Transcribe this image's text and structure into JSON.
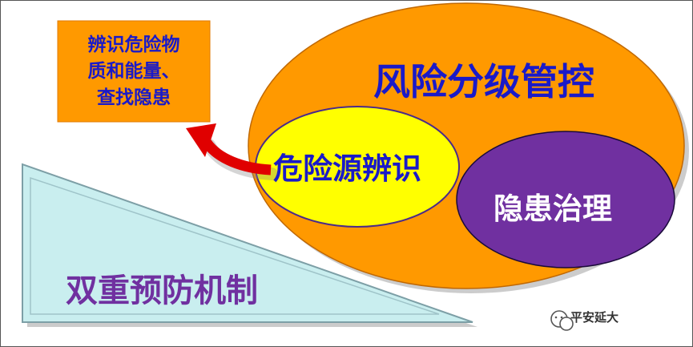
{
  "box": {
    "lines": [
      "辨识危险物",
      "质和能量、",
      "查找隐患"
    ]
  },
  "ellipses": {
    "outer_label": "风险分级管控",
    "yellow_label": "危险源辨识",
    "purple_label": "隐患治理"
  },
  "triangle_label": "双重预防机制",
  "watermark": "平安延大",
  "colors": {
    "orange": "#ff9900",
    "yellow": "#ffff00",
    "purple": "#7030a0",
    "blue_text": "#1a1ac8",
    "triangle_fill": "#c9eeef",
    "triangle_label": "#7030a0",
    "arrow": "#e00000"
  }
}
